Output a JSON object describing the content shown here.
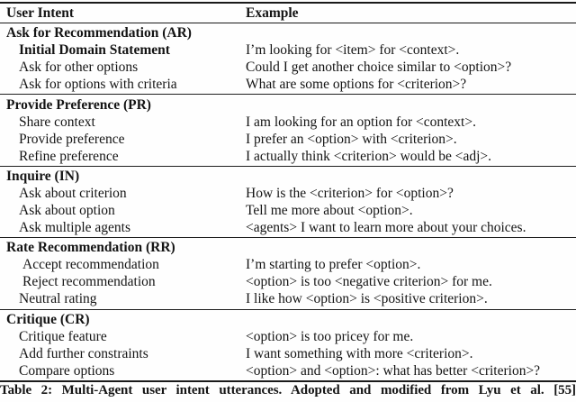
{
  "table": {
    "columns": [
      "User Intent",
      "Example"
    ],
    "sections": [
      {
        "header": "Ask for Recommendation (AR)",
        "rows": [
          {
            "intent": "Initial Domain Statement",
            "example": "I’m looking for <item> for <context>."
          },
          {
            "intent": "Ask for other options",
            "example": "Could I get another choice similar to <option>?"
          },
          {
            "intent": "Ask for options with criteria",
            "example": "What are some options for <criterion>?"
          }
        ]
      },
      {
        "header": "Provide Preference (PR)",
        "rows": [
          {
            "intent": "Share context",
            "example": "I am looking for an option for <context>."
          },
          {
            "intent": "Provide preference",
            "example": "I prefer an <option> with <criterion>."
          },
          {
            "intent": "Refine preference",
            "example": "I actually think <criterion> would be <adj>."
          }
        ]
      },
      {
        "header": "Inquire (IN)",
        "rows": [
          {
            "intent": "Ask about criterion",
            "example": "How is the <criterion> for <option>?"
          },
          {
            "intent": "Ask about option",
            "example": "Tell me more about <option>."
          },
          {
            "intent": "Ask multiple agents",
            "example": "<agents> I want to learn more about your choices."
          }
        ]
      },
      {
        "header": "Rate Recommendation (RR)",
        "rows": [
          {
            "intent": "Accept recommendation",
            "example": "I’m starting to prefer <option>."
          },
          {
            "intent": "Reject recommendation",
            "example": "<option> is too <negative criterion> for me."
          },
          {
            "intent": "Neutral rating",
            "example": "I like how <option> is <positive criterion>."
          }
        ]
      },
      {
        "header": "Critique (CR)",
        "rows": [
          {
            "intent": "Critique feature",
            "example": "<option> is too pricey for me."
          },
          {
            "intent": "Add further constraints",
            "example": "I want something with more <criterion>."
          },
          {
            "intent": "Compare options",
            "example": "<option> and <option>: what has better <criterion>?"
          }
        ]
      }
    ],
    "caption": "Table 2: Multi-Agent user intent utterances. Adopted and modified from Lyu et al. [55]"
  }
}
